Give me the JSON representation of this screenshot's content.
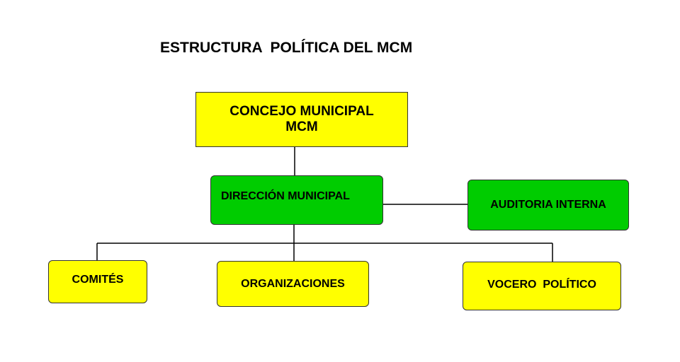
{
  "title": "ESTRUCTURA  POLÍTICA DEL MCM",
  "nodes": {
    "concejo": {
      "line1": "CONCEJO MUNICIPAL",
      "line2": "MCM"
    },
    "direccion": "DIRECCIÓN MUNICIPAL",
    "auditoria": "AUDITORIA INTERNA",
    "comites": "COMITÉS",
    "organizaciones": "ORGANIZACIONES",
    "vocero": "VOCERO  POLÍTICO"
  },
  "colors": {
    "yellow": "#ffff00",
    "green": "#00cc00"
  }
}
